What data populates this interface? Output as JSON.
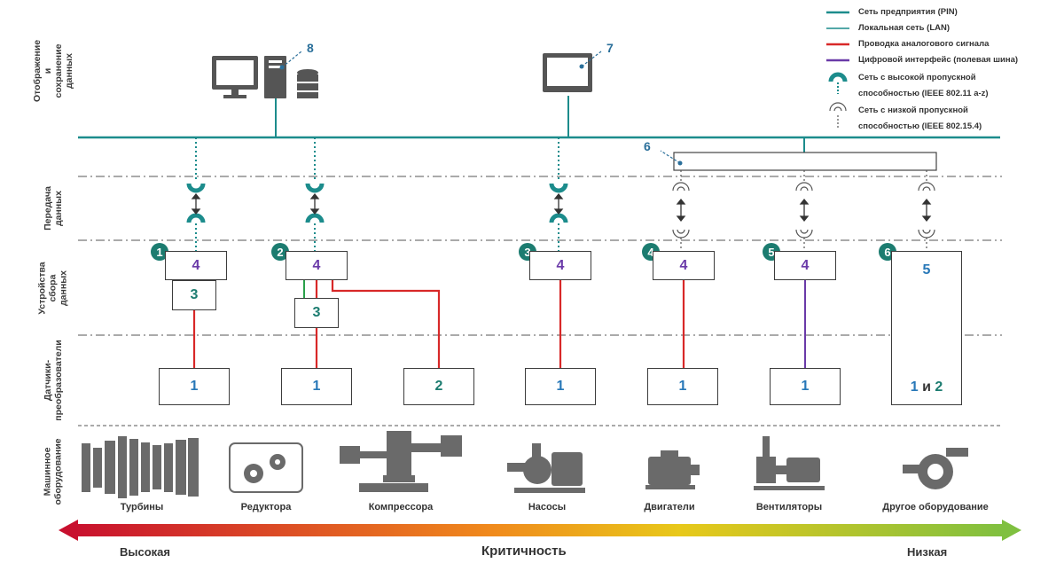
{
  "zones": {
    "display": "Отображение и сохранение данных",
    "transfer": "Передача данных",
    "acquisition": "Устройства сбора данных",
    "sensors": "Датчики-преобразователи",
    "machinery": "Машинное оборудование"
  },
  "legend": {
    "pin": "Сеть предприятия (PIN)",
    "lan": "Локальная сеть (LAN)",
    "analog": "Проводка аналогового сигнала",
    "digital": "Цифровой интерфейс (полевая шина)",
    "high_bw_1": "Сеть с высокой пропускной",
    "high_bw_2": "способностью (IEEE 802.11 a-z)",
    "low_bw_1": "Сеть с низкой пропускной",
    "low_bw_2": "способностью (IEEE 802.15.4)"
  },
  "labels": {
    "n8": "8",
    "n7": "7",
    "n6": "6"
  },
  "badges": [
    "1",
    "2",
    "3",
    "4",
    "5",
    "6"
  ],
  "boxes": {
    "b4": "4",
    "b3": "3",
    "b5": "5",
    "s1": "1",
    "s2": "2",
    "s12_a": "1",
    "s12_and": "и",
    "s12_b": "2"
  },
  "equipment": {
    "turbines": "Турбины",
    "gearboxes": "Редуктора",
    "compressors": "Компрессора",
    "pumps": "Насосы",
    "motors": "Двигатели",
    "fans": "Вентиляторы",
    "other": "Другое оборудование"
  },
  "criticality": {
    "high": "Высокая",
    "title": "Критичность",
    "low": "Низкая"
  },
  "colors": {
    "teal": "#1c8c8c",
    "red": "#d82828",
    "purple": "#6a3aa8",
    "dark": "#4a4a4a",
    "badge": "#1c7c70"
  }
}
